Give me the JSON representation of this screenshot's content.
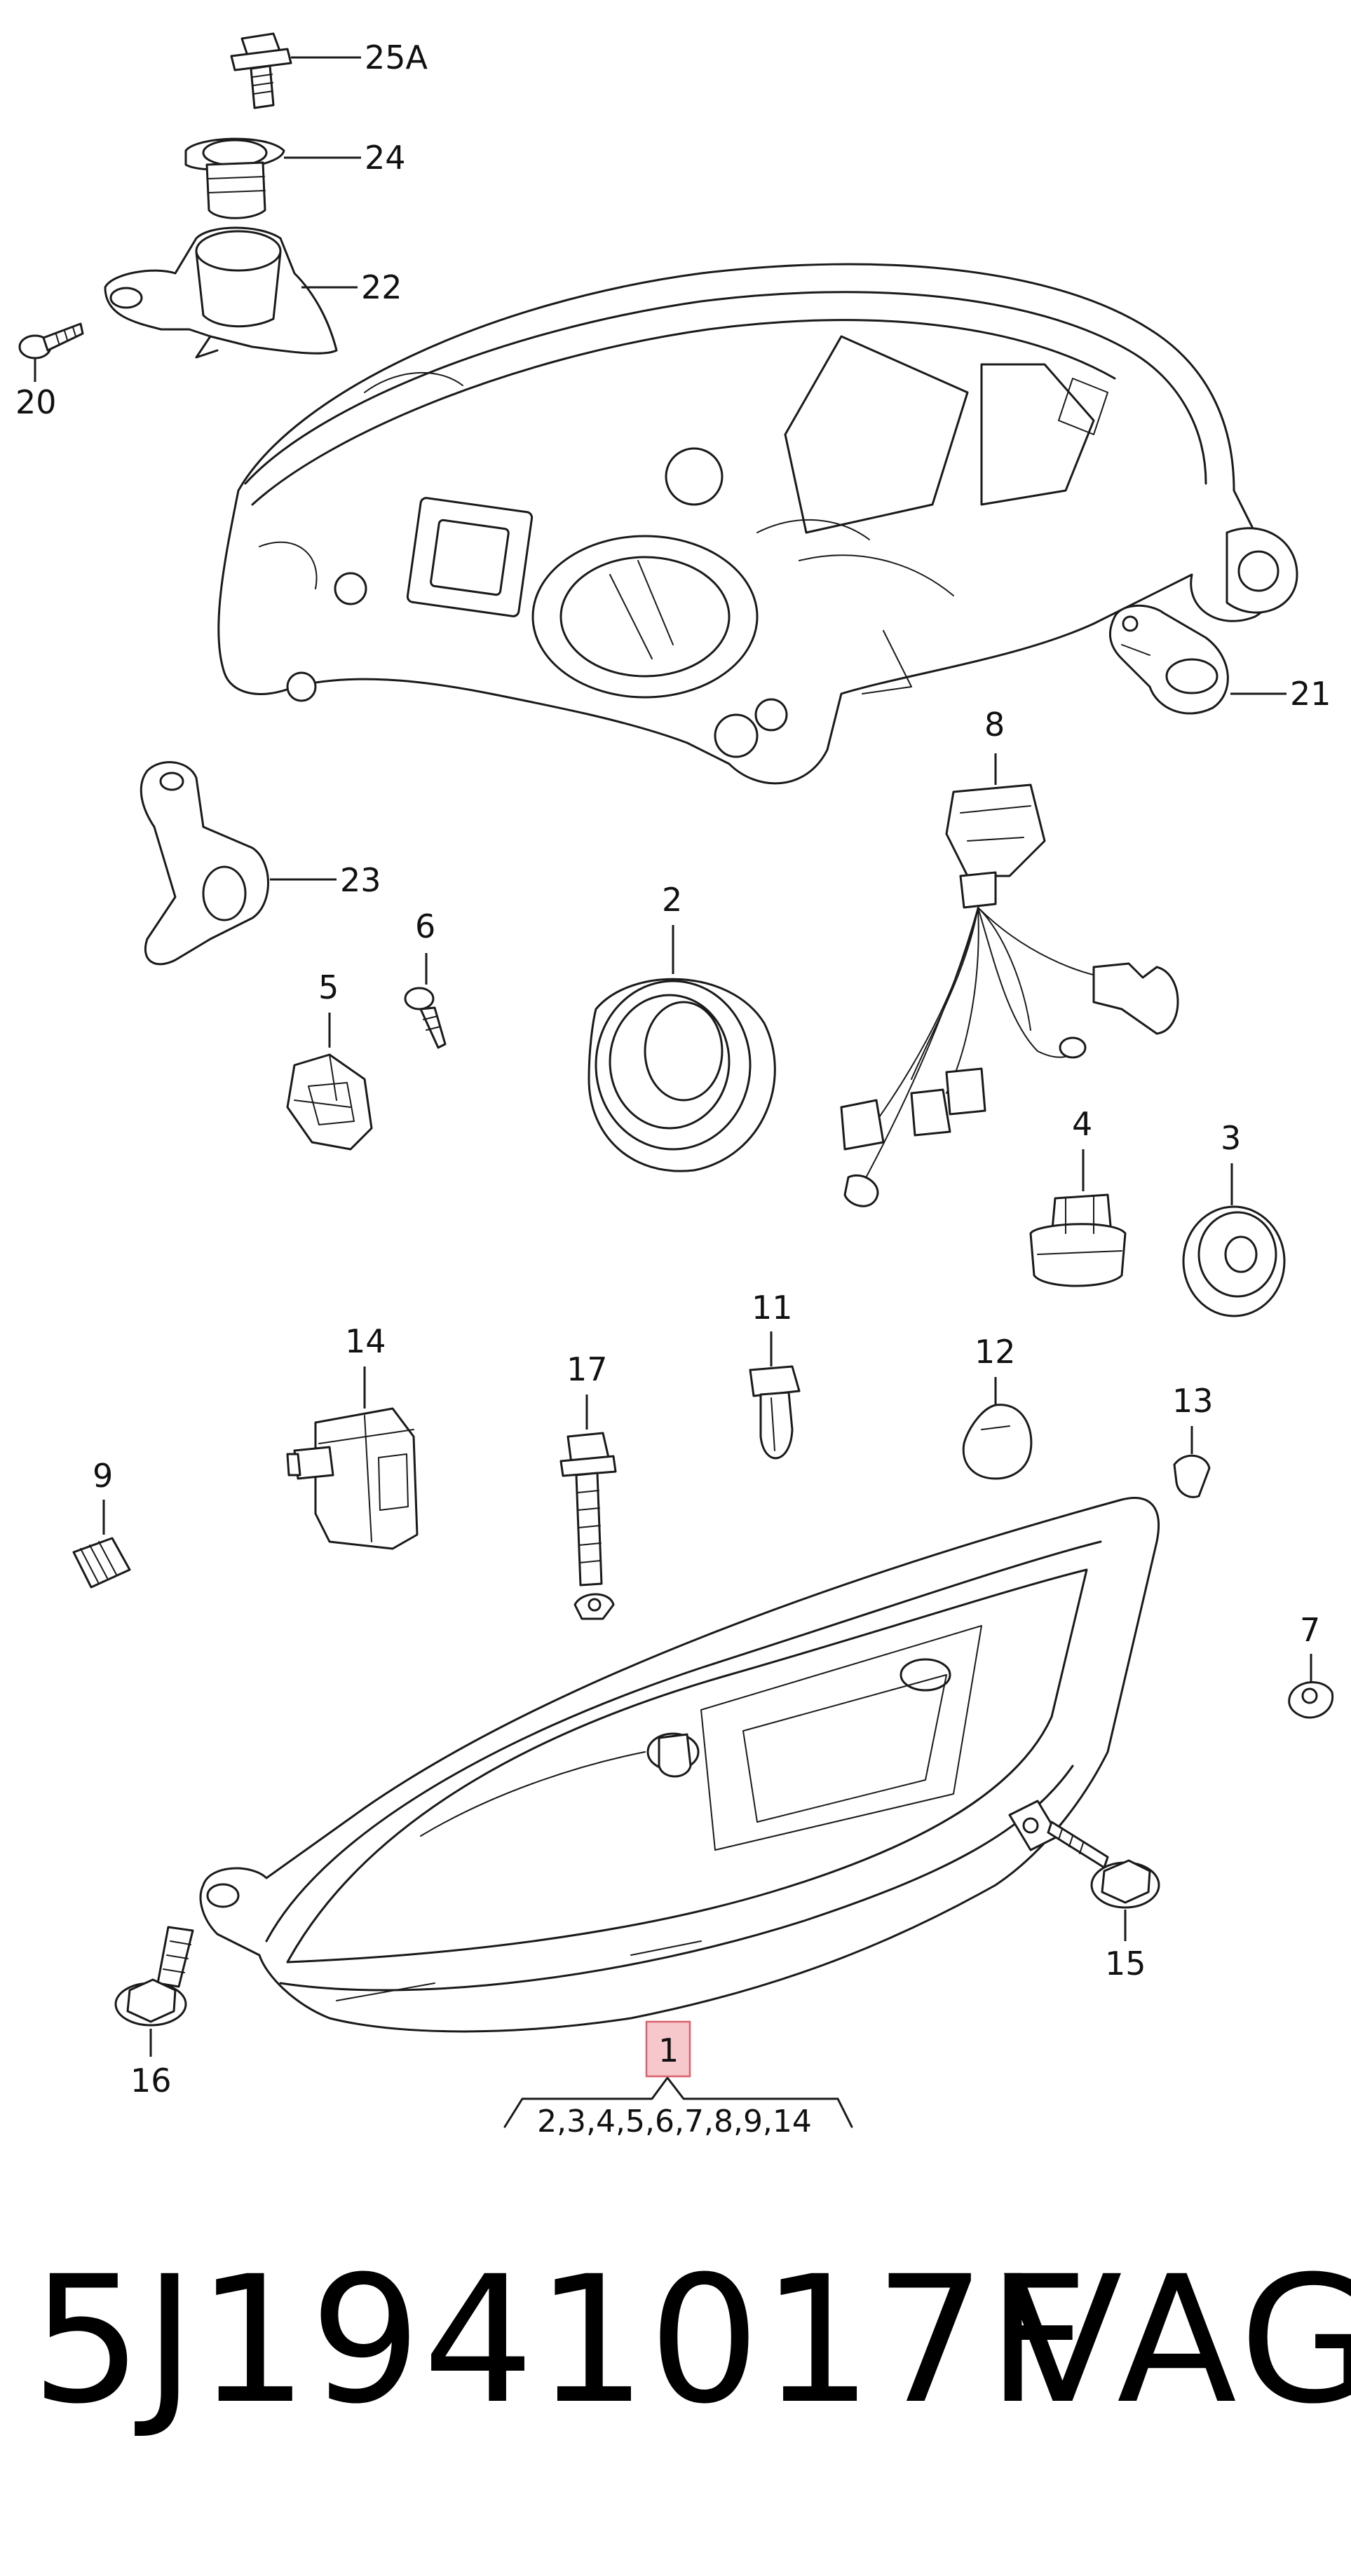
{
  "callouts": {
    "c25A": "25A",
    "c24": "24",
    "c22": "22",
    "c20": "20",
    "c21": "21",
    "c8": "8",
    "c23": "23",
    "c6": "6",
    "c2": "2",
    "c5": "5",
    "c4": "4",
    "c3": "3",
    "c14": "14",
    "c17": "17",
    "c11": "11",
    "c12": "12",
    "c13": "13",
    "c9": "9",
    "c7": "7",
    "c15": "15",
    "c16": "16",
    "c1": "1"
  },
  "assembly_subparts": "2,3,4,5,6,7,8,9,14",
  "footer": {
    "part_number": "5J1941017F",
    "brand": "VAG"
  },
  "colors": {
    "highlight_fill": "#f6c7cb",
    "highlight_stroke": "#d9606c",
    "line": "#1a1a1a"
  }
}
